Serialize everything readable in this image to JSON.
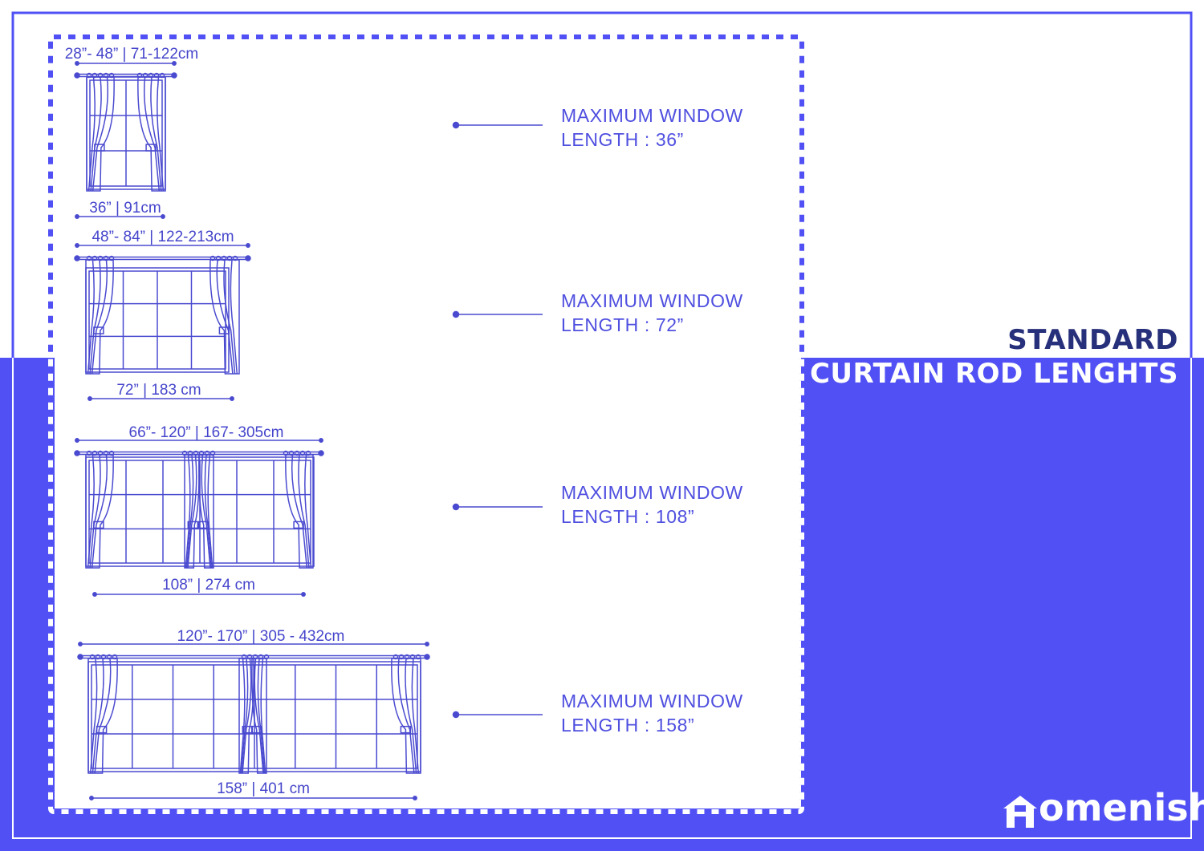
{
  "title": {
    "line1": "STANDARD",
    "line2": "CURTAIN ROD LENGHTS"
  },
  "brand": {
    "name": "omenish",
    "logo_letter_icon": "house-h-icon"
  },
  "colors": {
    "accent": "#5050f5",
    "title_dark": "#27307a",
    "line": "#4545cc"
  },
  "windows": [
    {
      "rod_label": "28”- 48” | 71-122cm",
      "window_label": "36” | 91cm",
      "max_line1": "MAXIMUM WINDOW",
      "max_line2": "LENGTH : 36”"
    },
    {
      "rod_label": "48”- 84” | 122-213cm",
      "window_label": "72” | 183 cm",
      "max_line1": "MAXIMUM WINDOW",
      "max_line2": "LENGTH : 72”"
    },
    {
      "rod_label": "66”- 120” | 167- 305cm",
      "window_label": "108” | 274 cm",
      "max_line1": "MAXIMUM WINDOW",
      "max_line2": "LENGTH : 108”"
    },
    {
      "rod_label": "120”- 170” |  305 - 432cm",
      "window_label": "158” | 401 cm",
      "max_line1": "MAXIMUM WINDOW",
      "max_line2": "LENGTH : 158”"
    }
  ]
}
